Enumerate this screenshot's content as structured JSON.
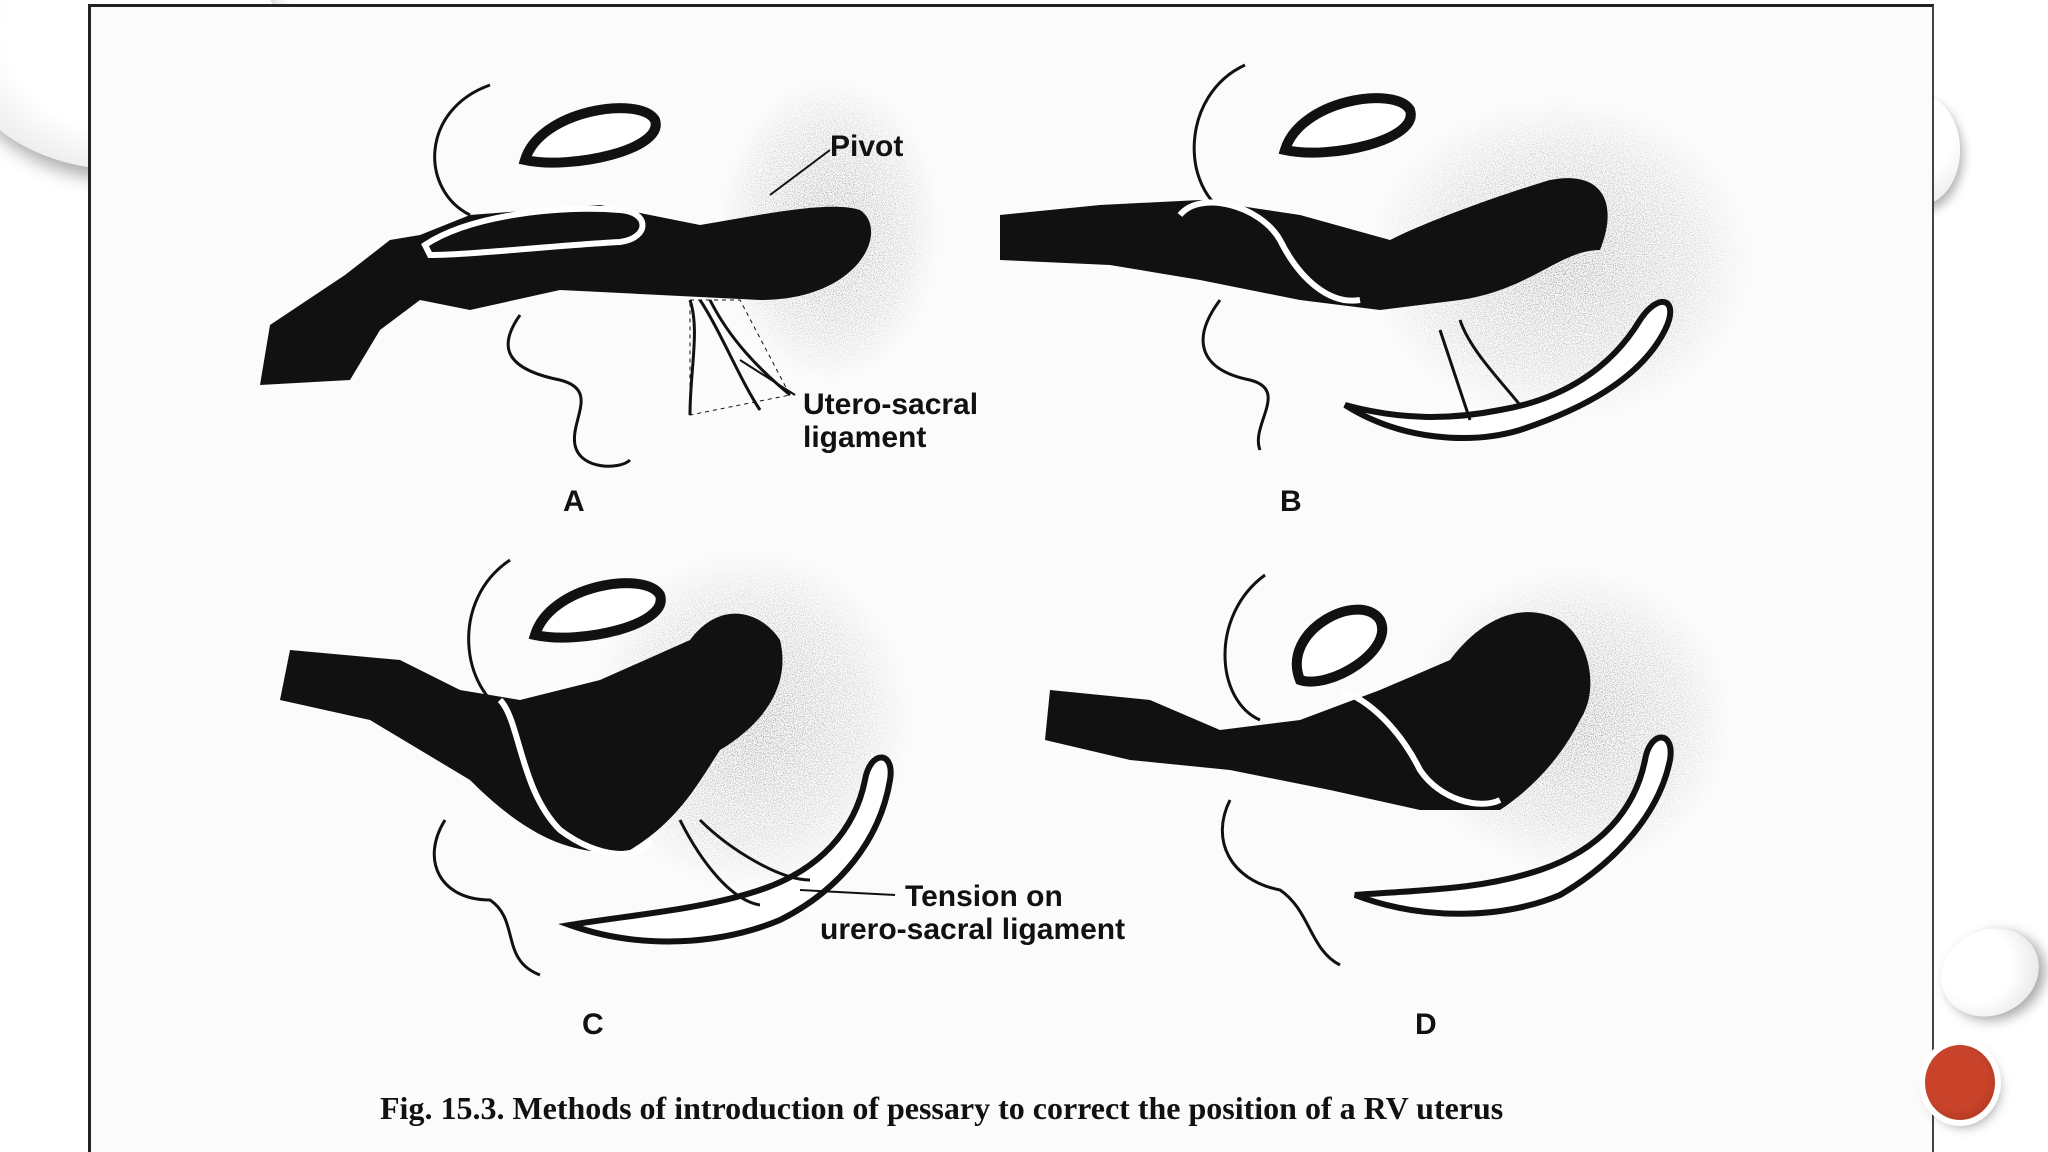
{
  "figure": {
    "panels": [
      "A",
      "B",
      "C",
      "D"
    ],
    "annotations": {
      "pivot": "Pivot",
      "utero_sacral_line1": "Utero-sacral",
      "utero_sacral_line2": "ligament",
      "tension_line1": "Tension on",
      "tension_line2": "urero-sacral ligament"
    },
    "caption": "Fig. 15.3. Methods of introduction of pessary to correct the position of a RV uterus"
  },
  "colors": {
    "ink": "#111111",
    "accent_dot": "#c8432a"
  }
}
